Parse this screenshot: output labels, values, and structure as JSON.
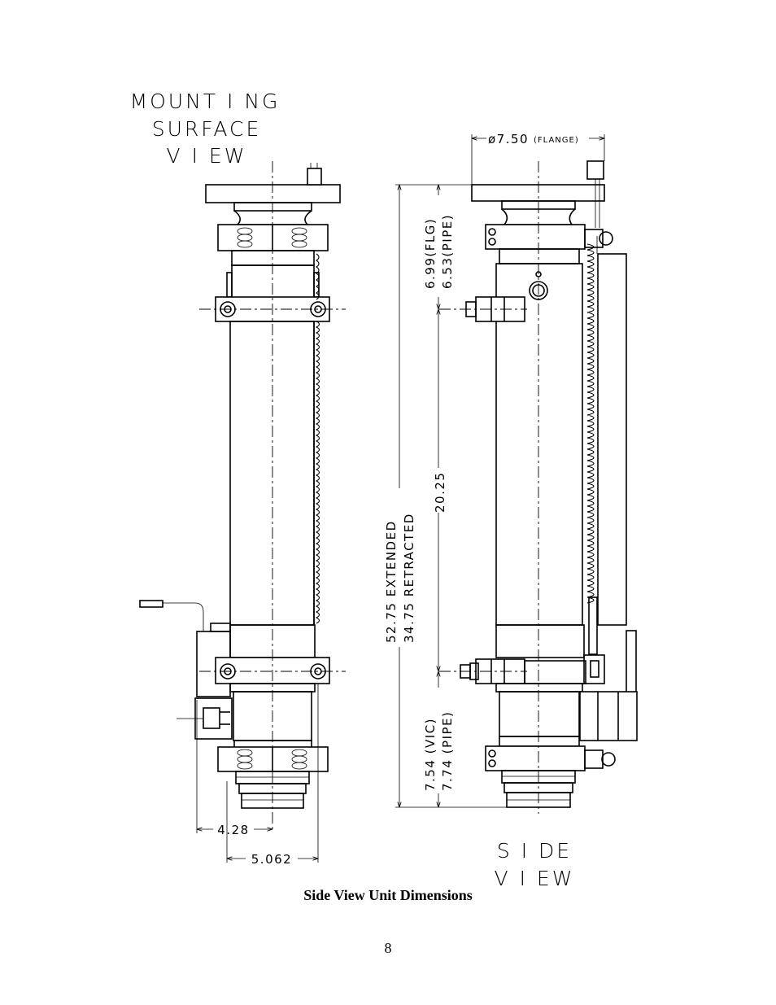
{
  "figure": {
    "mounting_label": [
      "MOUNT I NG",
      "SURFACE",
      "V I EW"
    ],
    "side_label": [
      "S I DE",
      "V I EW"
    ],
    "flange_dim": "ø7.50",
    "flange_note": "(FLANGE)",
    "dim_top_flg": "6.99(FLG)",
    "dim_top_pipe": "6.53(PIPE)",
    "dim_mid": "20.25",
    "dim_ext": "52.75 EXTENDED",
    "dim_ret": "34.75 RETRACTED",
    "dim_bot_vic": "7.54  (VIC)",
    "dim_bot_pipe": "7.74  (PIPE)",
    "dim_428": "4.28",
    "dim_5062": "5.062"
  },
  "caption": "Side View Unit Dimensions",
  "page_number": "8"
}
